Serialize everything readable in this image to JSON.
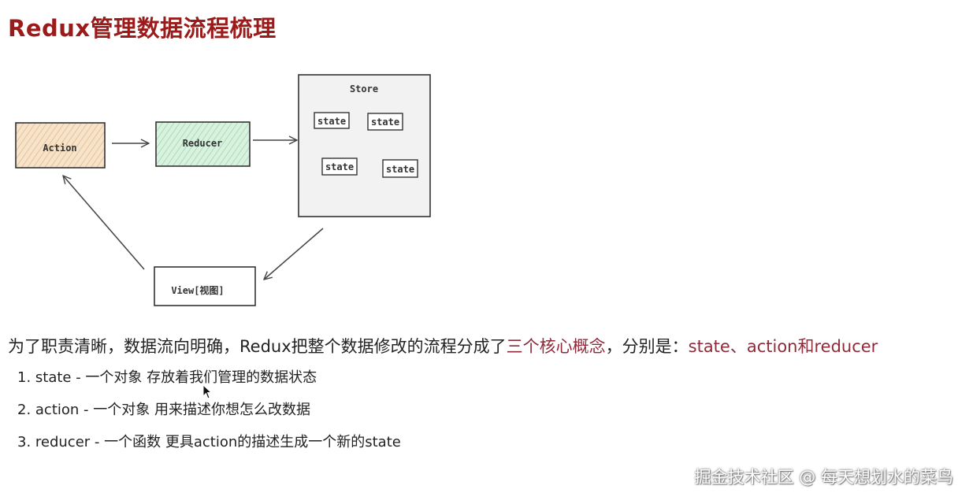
{
  "title": "Redux管理数据流程梳理",
  "diagram": {
    "action_label": "Action",
    "reducer_label": "Reducer",
    "store_label": "Store",
    "state_labels": [
      "state",
      "state",
      "state",
      "state"
    ],
    "view_label": "View[视图]",
    "colors": {
      "action_fill": "#f3d9b8",
      "reducer_fill": "#cfeed8",
      "store_fill": "#f2f2f2"
    }
  },
  "intro": {
    "part1": "为了职责清晰，数据流向明确，Redux把整个数据修改的流程分成了",
    "highlight1": "三个核心概念",
    "part2": "，分别是：",
    "highlight2": "state、action和reducer"
  },
  "concepts": [
    {
      "text": "1. state - 一个对象 存放着我们管理的数据状态"
    },
    {
      "text": "2. action - 一个对象 用来描述你想怎么改数据"
    },
    {
      "text": "3. reducer - 一个函数 更具action的描述生成一个新的state"
    }
  ],
  "watermark": "掘金技术社区 @ 每天想划水的菜鸟"
}
